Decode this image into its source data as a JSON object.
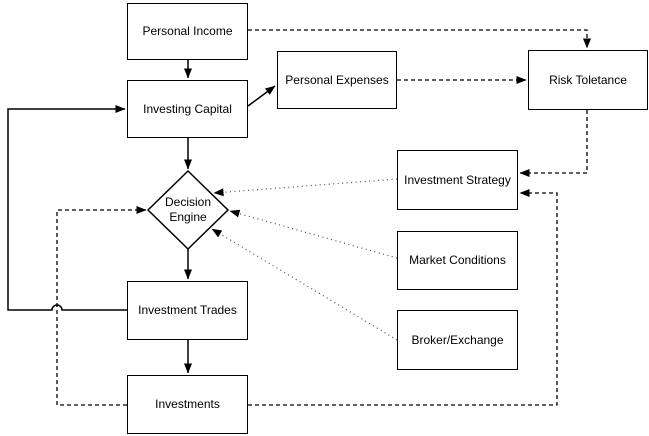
{
  "nodes": {
    "personal_income": {
      "label": "Personal Income"
    },
    "investing_capital": {
      "label": "Investing Capital"
    },
    "personal_expenses": {
      "label": "Personal Expenses"
    },
    "risk_toletance": {
      "label": "Risk Toletance"
    },
    "investment_strategy": {
      "label": "Investment Strategy"
    },
    "decision_engine": {
      "label": "Decision Engine"
    },
    "market_conditions": {
      "label": "Market Conditions"
    },
    "broker_exchange": {
      "label": "Broker/Exchange"
    },
    "investment_trades": {
      "label": "Investment Trades"
    },
    "investments": {
      "label": "Investments"
    }
  },
  "edges": [
    {
      "from": "Personal Income",
      "to": "Investing Capital",
      "style": "solid"
    },
    {
      "from": "Personal Income",
      "to": "Risk Toletance",
      "style": "dashed"
    },
    {
      "from": "Investing Capital",
      "to": "Personal Expenses",
      "style": "solid"
    },
    {
      "from": "Personal Expenses",
      "to": "Risk Toletance",
      "style": "dashed"
    },
    {
      "from": "Investing Capital",
      "to": "Decision Engine",
      "style": "solid"
    },
    {
      "from": "Risk Toletance",
      "to": "Investment Strategy",
      "style": "dashed"
    },
    {
      "from": "Investment Strategy",
      "to": "Decision Engine",
      "style": "dotted"
    },
    {
      "from": "Market Conditions",
      "to": "Decision Engine",
      "style": "dotted"
    },
    {
      "from": "Broker/Exchange",
      "to": "Decision Engine",
      "style": "dotted"
    },
    {
      "from": "Decision Engine",
      "to": "Investment Trades",
      "style": "solid"
    },
    {
      "from": "Investment Trades",
      "to": "Investments",
      "style": "solid"
    },
    {
      "from": "Investment Trades",
      "to": "Investing Capital",
      "style": "solid"
    },
    {
      "from": "Investments",
      "to": "Decision Engine",
      "style": "dashed"
    },
    {
      "from": "Investments",
      "to": "Investment Strategy",
      "style": "dashed"
    }
  ],
  "colors": {
    "background": "#ffffff",
    "node_fill": "#ffffff",
    "node_border": "#000000",
    "line": "#000000",
    "dotted_line": "#4d4d4d"
  }
}
